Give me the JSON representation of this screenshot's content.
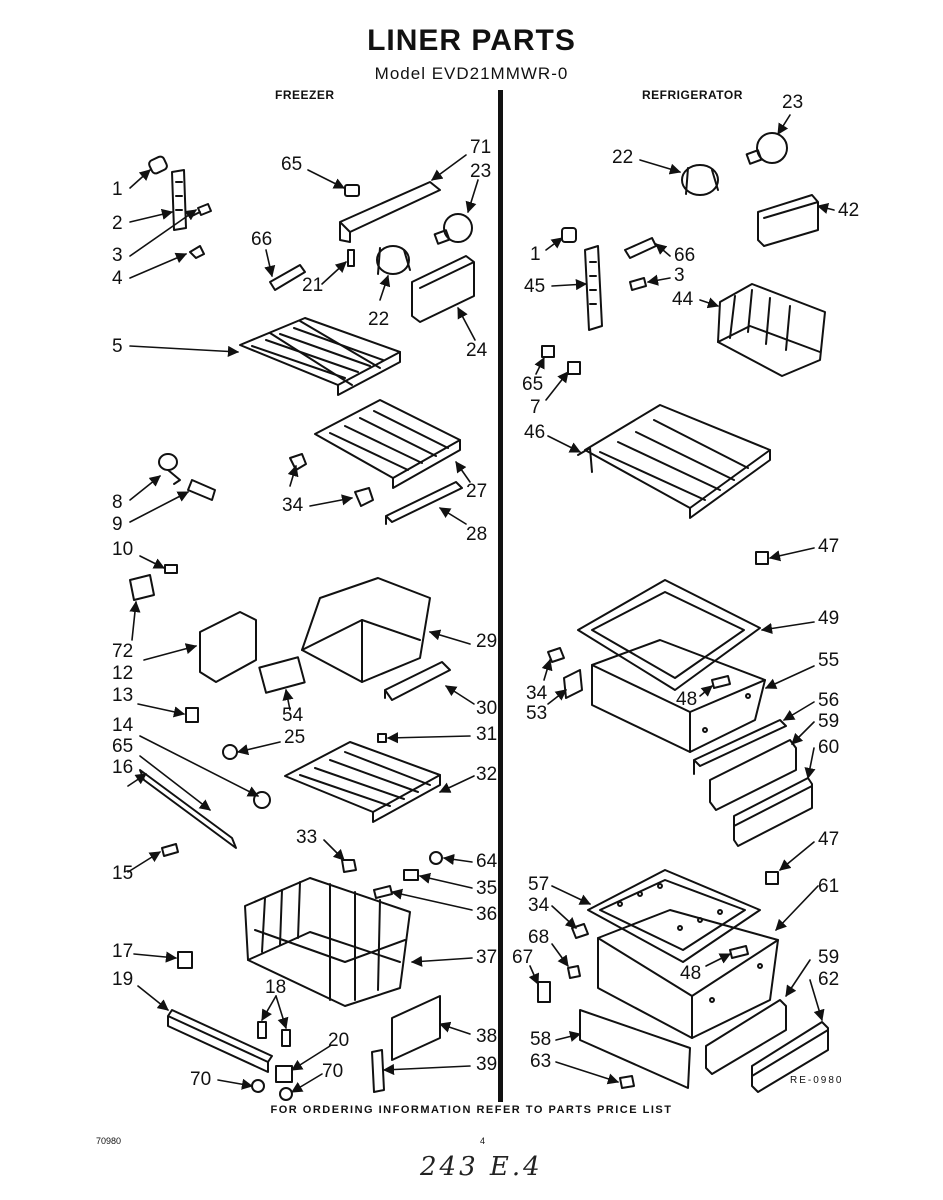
{
  "header": {
    "title": "LINER PARTS",
    "model": "Model EVD21MMWR-0",
    "freezer_label": "FREEZER",
    "refrigerator_label": "REFRIGERATOR"
  },
  "callouts": {
    "freezer": [
      "1",
      "2",
      "3",
      "4",
      "5",
      "65",
      "66",
      "21",
      "22",
      "23",
      "24",
      "71",
      "8",
      "9",
      "10",
      "72",
      "12",
      "13",
      "14",
      "65",
      "16",
      "15",
      "17",
      "19",
      "18",
      "20",
      "70",
      "70",
      "27",
      "28",
      "34",
      "29",
      "30",
      "54",
      "25",
      "31",
      "32",
      "33",
      "64",
      "35",
      "36",
      "37",
      "38",
      "39"
    ],
    "refrigerator": [
      "22",
      "23",
      "42",
      "1",
      "66",
      "3",
      "44",
      "45",
      "65",
      "7",
      "46",
      "47",
      "49",
      "55",
      "34",
      "53",
      "48",
      "56",
      "59",
      "60",
      "47",
      "57",
      "61",
      "34",
      "68",
      "67",
      "48",
      "59",
      "62",
      "58",
      "63"
    ]
  },
  "footer": {
    "ordering_note": "FOR ORDERING INFORMATION REFER TO PARTS PRICE LIST",
    "left_code": "70980",
    "page_number": "4",
    "ref_code": "RE-0980",
    "handwritten": "243 E.4"
  }
}
